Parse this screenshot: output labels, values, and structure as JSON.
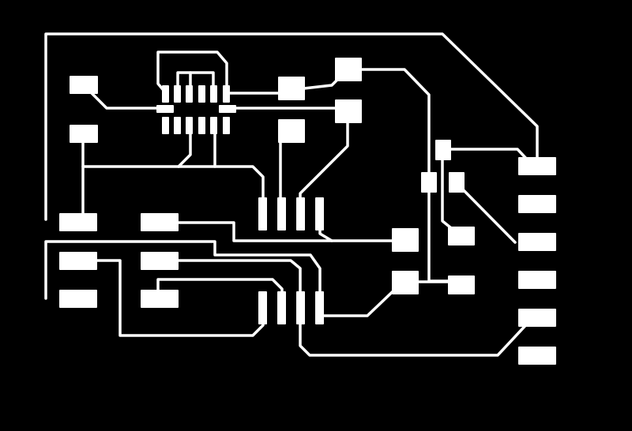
{
  "colors": {
    "background": "#000000",
    "copper": "#ffffff"
  },
  "board": {
    "layer": "copper-traces",
    "components": [
      {
        "name": "microcontroller-ic",
        "package": "soic-14"
      },
      {
        "name": "header-6pin-right",
        "package": "pin-header"
      },
      {
        "name": "header-6pin-left",
        "package": "pin-header"
      },
      {
        "name": "ic-4pin-upper",
        "package": "sot"
      },
      {
        "name": "ic-4pin-lower",
        "package": "sot"
      }
    ]
  }
}
